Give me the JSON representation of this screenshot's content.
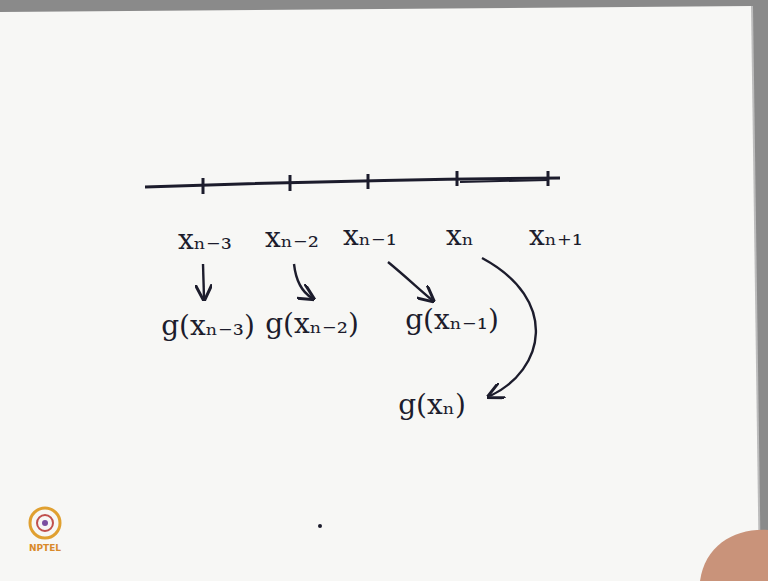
{
  "diagram": {
    "labels": [
      "xₙ₋₃",
      "xₙ₋₂",
      "xₙ₋₁",
      "xₙ",
      "xₙ₊₁",
      "g(xₙ₋₃)",
      "g(xₙ₋₂)",
      "g(xₙ₋₁)",
      "g(xₙ)",
      "NPTEL"
    ]
  }
}
